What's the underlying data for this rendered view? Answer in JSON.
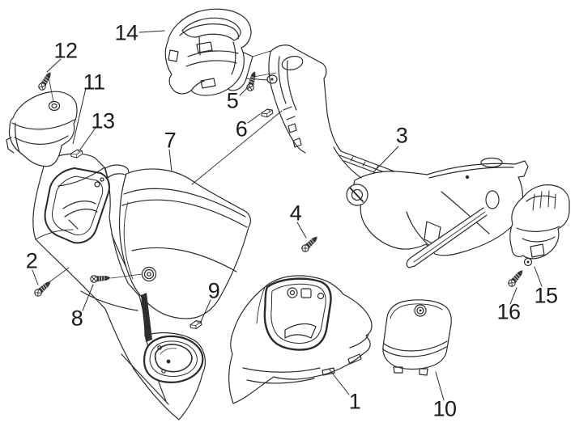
{
  "diagram": {
    "kind": "exploded-parts-line-diagram",
    "background_color": "#ffffff",
    "line_color": "#2b2b2b",
    "label_color": "#1a1a1a",
    "callouts": [
      {
        "label": "1"
      },
      {
        "label": "2"
      },
      {
        "label": "3"
      },
      {
        "label": "4"
      },
      {
        "label": "5"
      },
      {
        "label": "6"
      },
      {
        "label": "7"
      },
      {
        "label": "8"
      },
      {
        "label": "9"
      },
      {
        "label": "10"
      },
      {
        "label": "11"
      },
      {
        "label": "12"
      },
      {
        "label": "13"
      },
      {
        "label": "14"
      },
      {
        "label": "15"
      },
      {
        "label": "16"
      }
    ]
  }
}
